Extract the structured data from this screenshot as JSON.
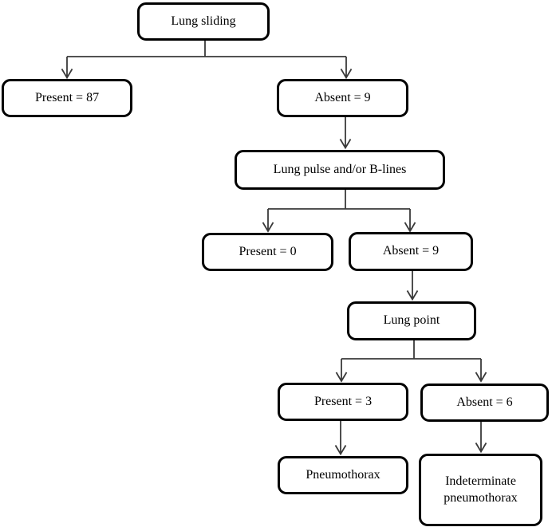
{
  "diagram": {
    "type": "flowchart",
    "nodes": [
      {
        "id": "lung-sliding",
        "label": "Lung sliding"
      },
      {
        "id": "present-87",
        "label": "Present = 87"
      },
      {
        "id": "absent-9-sliding",
        "label": "Absent = 9"
      },
      {
        "id": "lung-pulse-b-lines",
        "label": "Lung pulse and/or B-lines"
      },
      {
        "id": "present-0",
        "label": "Present = 0"
      },
      {
        "id": "absent-9-pulse",
        "label": "Absent = 9"
      },
      {
        "id": "lung-point",
        "label": "Lung point"
      },
      {
        "id": "present-3",
        "label": "Present = 3"
      },
      {
        "id": "absent-6",
        "label": "Absent = 6"
      },
      {
        "id": "pneumothorax",
        "label": "Pneumothorax"
      },
      {
        "id": "indeterminate-pneumothorax",
        "label": "Indeterminate pneumothorax"
      }
    ],
    "edges": [
      {
        "from": "lung-sliding",
        "to": "present-87"
      },
      {
        "from": "lung-sliding",
        "to": "absent-9-sliding"
      },
      {
        "from": "absent-9-sliding",
        "to": "lung-pulse-b-lines"
      },
      {
        "from": "lung-pulse-b-lines",
        "to": "present-0"
      },
      {
        "from": "lung-pulse-b-lines",
        "to": "absent-9-pulse"
      },
      {
        "from": "absent-9-pulse",
        "to": "lung-point"
      },
      {
        "from": "lung-point",
        "to": "present-3"
      },
      {
        "from": "lung-point",
        "to": "absent-6"
      },
      {
        "from": "present-3",
        "to": "pneumothorax"
      },
      {
        "from": "absent-6",
        "to": "indeterminate-pneumothorax"
      }
    ],
    "colors": {
      "background": "#ffffff",
      "box_border": "#000000",
      "connector": "#3a3a3a",
      "text": "#000000"
    }
  }
}
